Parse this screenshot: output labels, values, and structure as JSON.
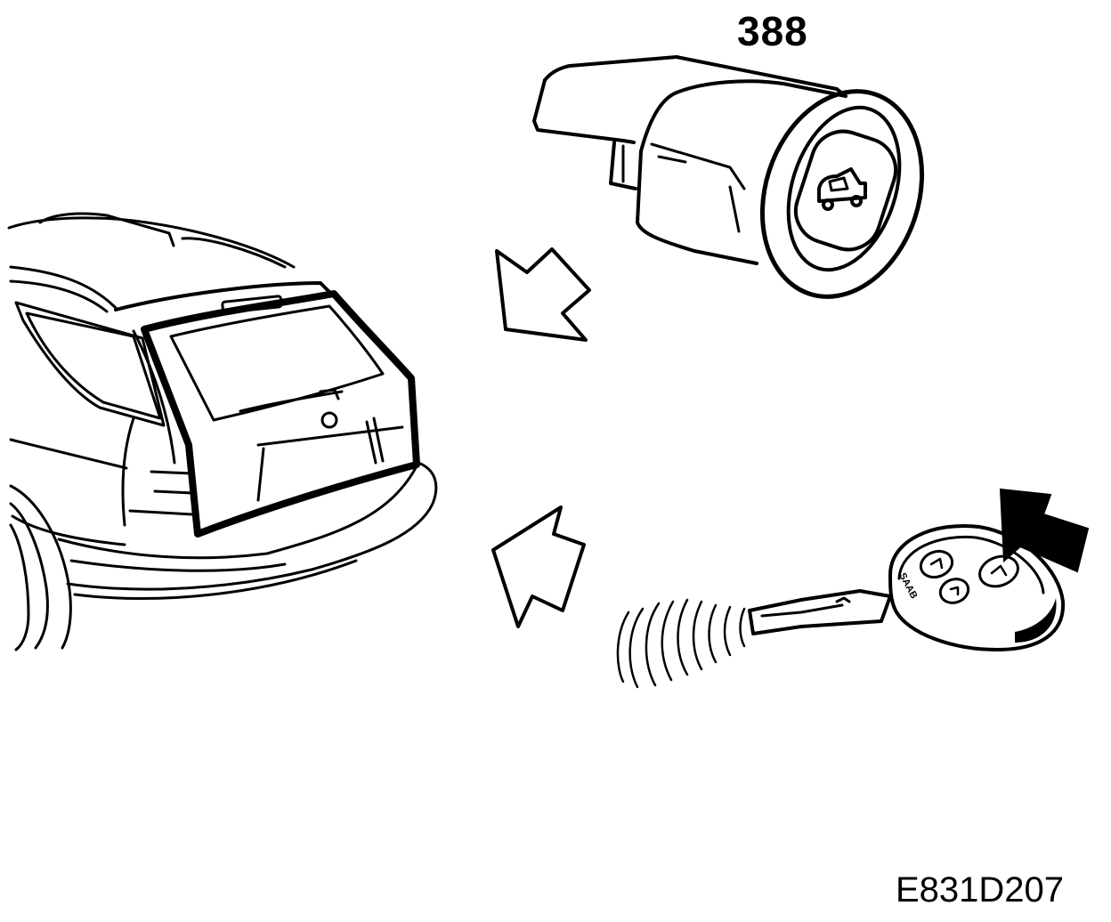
{
  "diagram": {
    "part_number_label": "388",
    "figure_code": "E831D207",
    "key_badge_text": "SAAB",
    "colors": {
      "ink": "#000000",
      "paper": "#ffffff"
    },
    "icons": [
      "tailgate-switch",
      "car-rear",
      "remote-key",
      "arrow-pointer"
    ]
  }
}
